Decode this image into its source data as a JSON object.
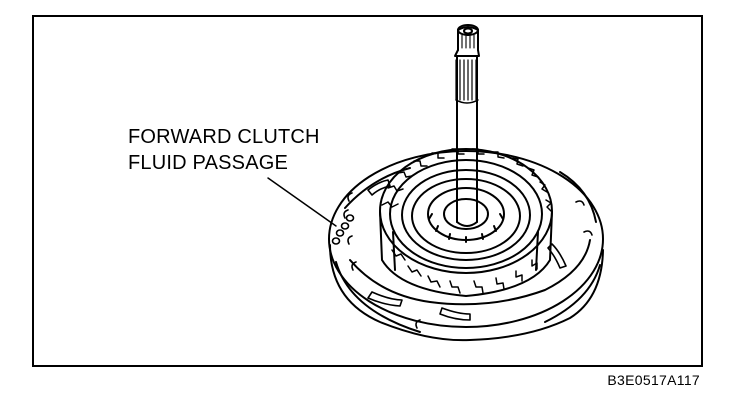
{
  "callout": {
    "line1": "FORWARD CLUTCH",
    "line2": "FLUID PASSAGE"
  },
  "figure_id": "B3E0517A117"
}
